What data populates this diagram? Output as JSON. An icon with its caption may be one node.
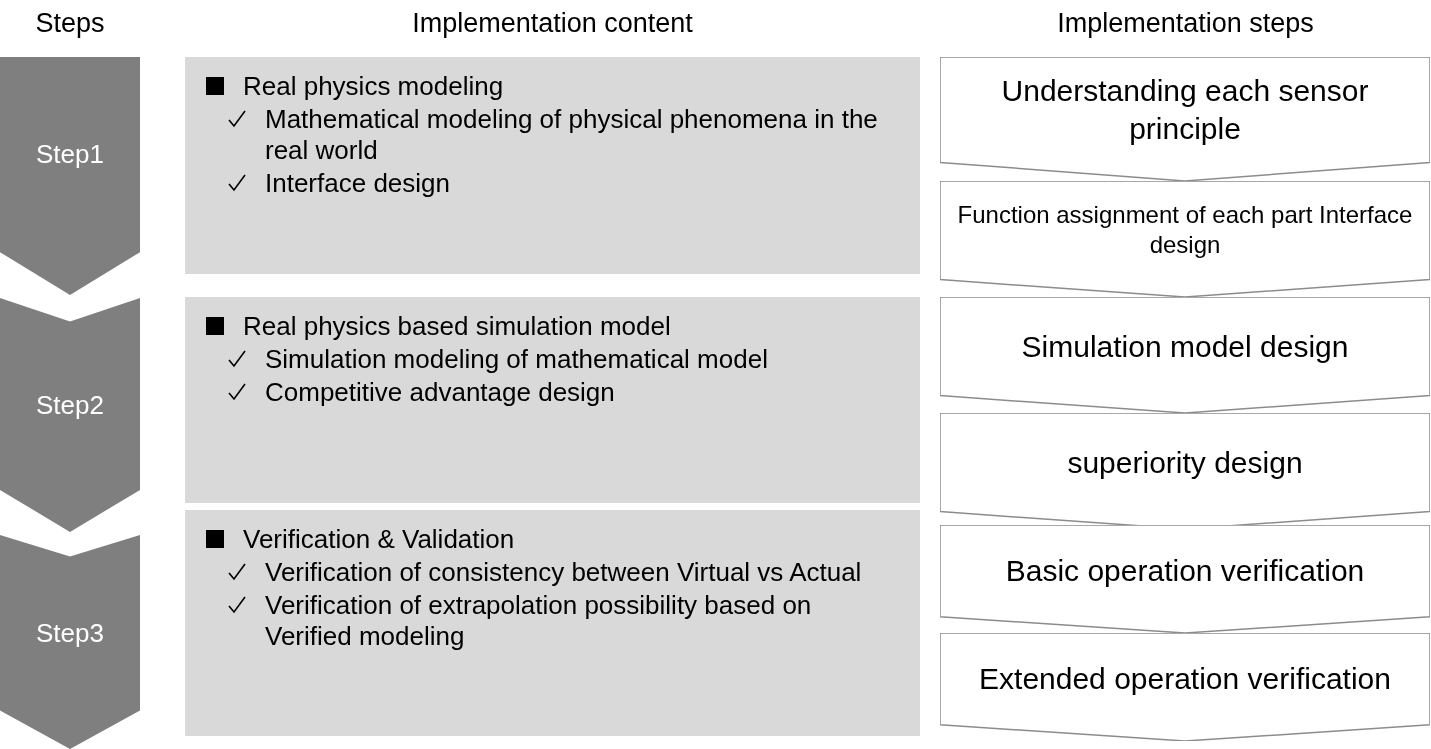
{
  "diagram": {
    "nodes": [
      {
        "text": [
          "Step1"
        ]
      },
      {
        "text": [
          "Real physics modeling",
          "Mathematical modeling of physical phenomena in the real world",
          "Interface design"
        ]
      },
      {
        "text": [
          "Understanding each sensor principle"
        ]
      },
      {
        "text": [
          "Function assignment of each part Interface design"
        ]
      },
      {
        "text": [
          "Step2"
        ]
      },
      {
        "text": [
          "Real physics based simulation model",
          "Simulation modeling of mathematical model",
          "Competitive advantage design"
        ]
      },
      {
        "text": [
          "Simulation model design"
        ]
      },
      {
        "text": [
          "superiority design"
        ]
      },
      {
        "text": [
          "Step3"
        ]
      },
      {
        "text": [
          "Verification & Validation",
          "Verification of consistency between Virtual vs Actual",
          "Verification of extrapolation possibility based on Verified modeling"
        ]
      },
      {
        "text": [
          "Basic operation verification"
        ]
      },
      {
        "text": [
          "Extended operation verification"
        ]
      }
    ],
    "edges": [],
    "labels": [
      "Steps",
      "Implementation content",
      "Implementation steps"
    ]
  }
}
